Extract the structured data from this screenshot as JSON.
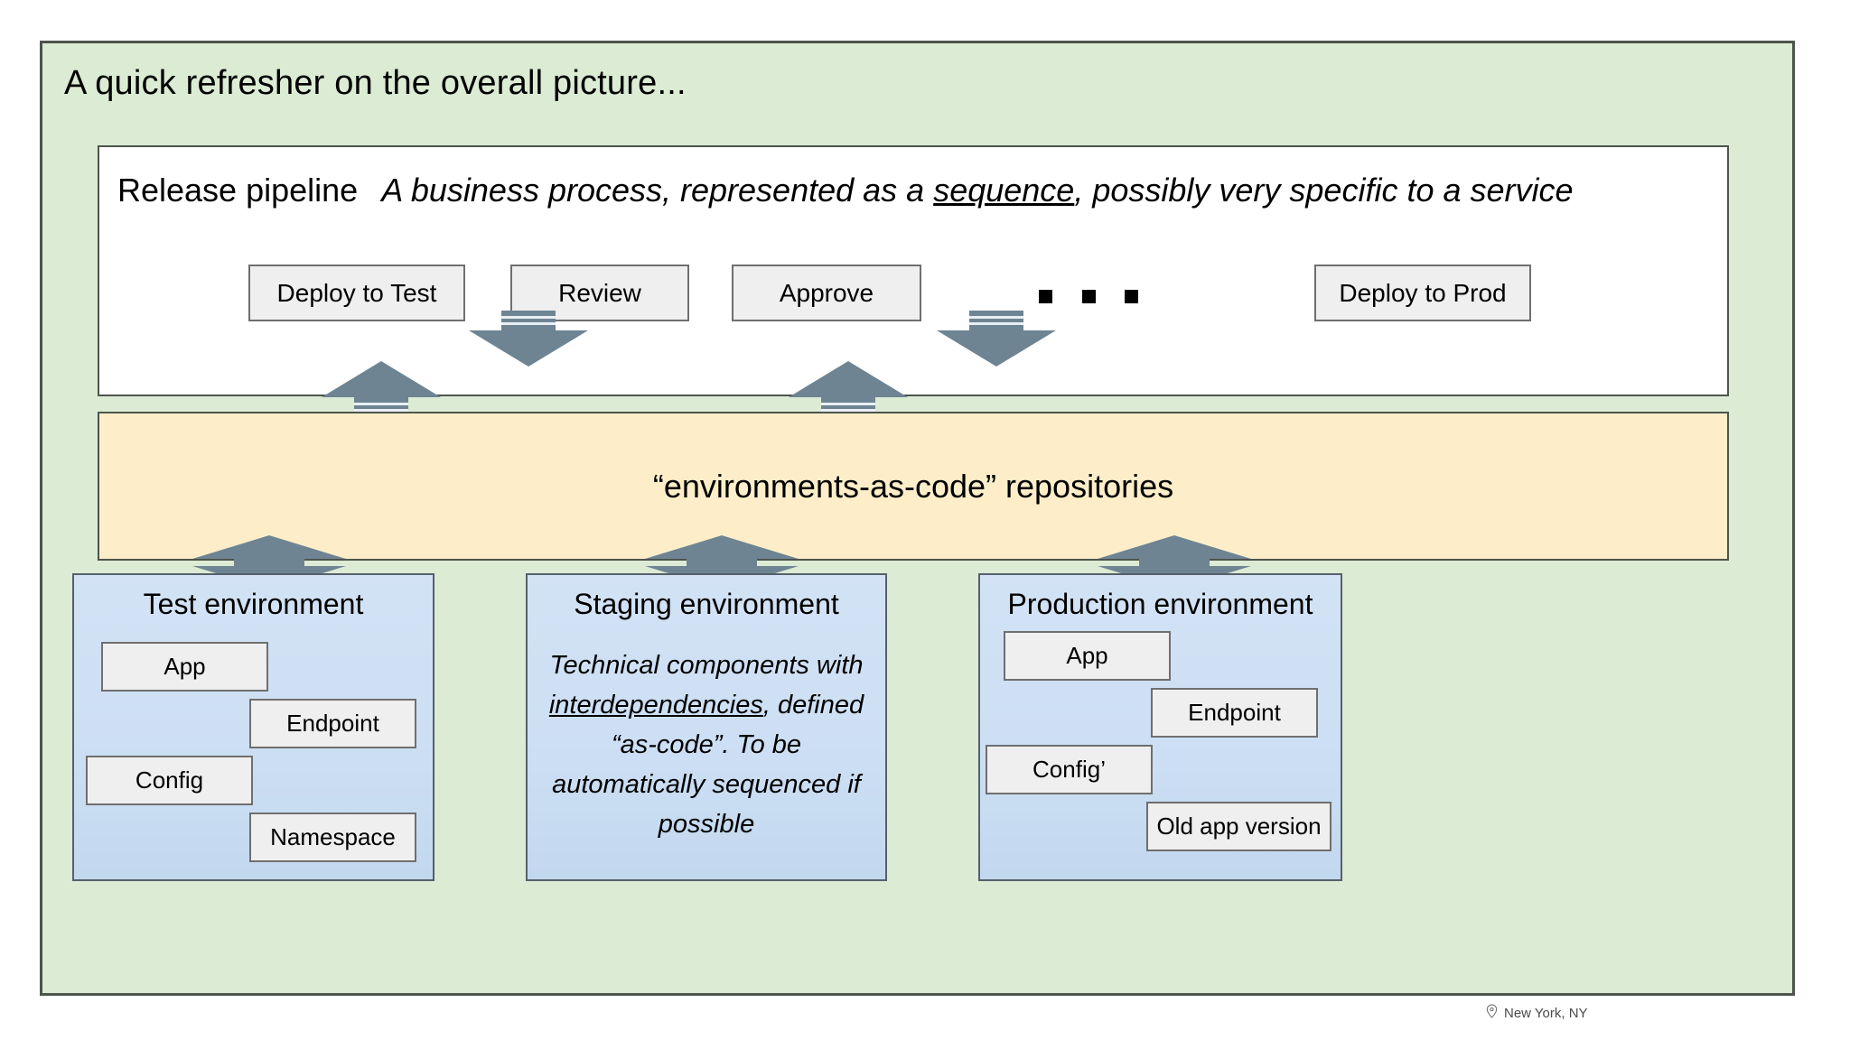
{
  "slide": {
    "title": "A quick refresher on the overall picture...",
    "background_color": "#dcebd3",
    "border_color": "#4c544c"
  },
  "pipeline": {
    "panel_background": "#ffffff",
    "heading_lead": "Release pipeline",
    "heading_desc_before": "A business process, represented as a ",
    "heading_desc_underlined": "sequence",
    "heading_desc_after": ", possibly very specific to a service",
    "stages": [
      {
        "label": "Deploy to Test"
      },
      {
        "label": "Review"
      },
      {
        "label": "Approve"
      },
      {
        "label": "Deploy to Prod"
      }
    ],
    "ellipsis": "..."
  },
  "repositories": {
    "label": "“environments-as-code” repositories",
    "background_color": "#fdeec9"
  },
  "environments": [
    {
      "id": "test",
      "title": "Test environment",
      "background_color": "#cddff4",
      "components": [
        {
          "label": "App"
        },
        {
          "label": "Endpoint"
        },
        {
          "label": "Config"
        },
        {
          "label": "Namespace"
        }
      ]
    },
    {
      "id": "staging",
      "title": "Staging environment",
      "background_color": "#cddff4",
      "note_before": "Technical components with ",
      "note_underlined": "interdependencies",
      "note_after": ", defined “as-code”. To be automatically sequenced if possible",
      "components": []
    },
    {
      "id": "prod",
      "title": "Production environment",
      "background_color": "#cddff4",
      "components": [
        {
          "label": "App"
        },
        {
          "label": "Endpoint"
        },
        {
          "label": "Config’"
        },
        {
          "label": "Old app version"
        }
      ]
    }
  ],
  "arrows": {
    "color": "#6e8493",
    "upper_band": [
      {
        "direction": "up"
      },
      {
        "direction": "down"
      },
      {
        "direction": "up"
      },
      {
        "direction": "down"
      }
    ],
    "lower_band": [
      {
        "direction": "both"
      },
      {
        "direction": "both"
      },
      {
        "direction": "both"
      }
    ]
  },
  "footer": {
    "icon": "location-pin-icon",
    "location": "New York, NY"
  }
}
